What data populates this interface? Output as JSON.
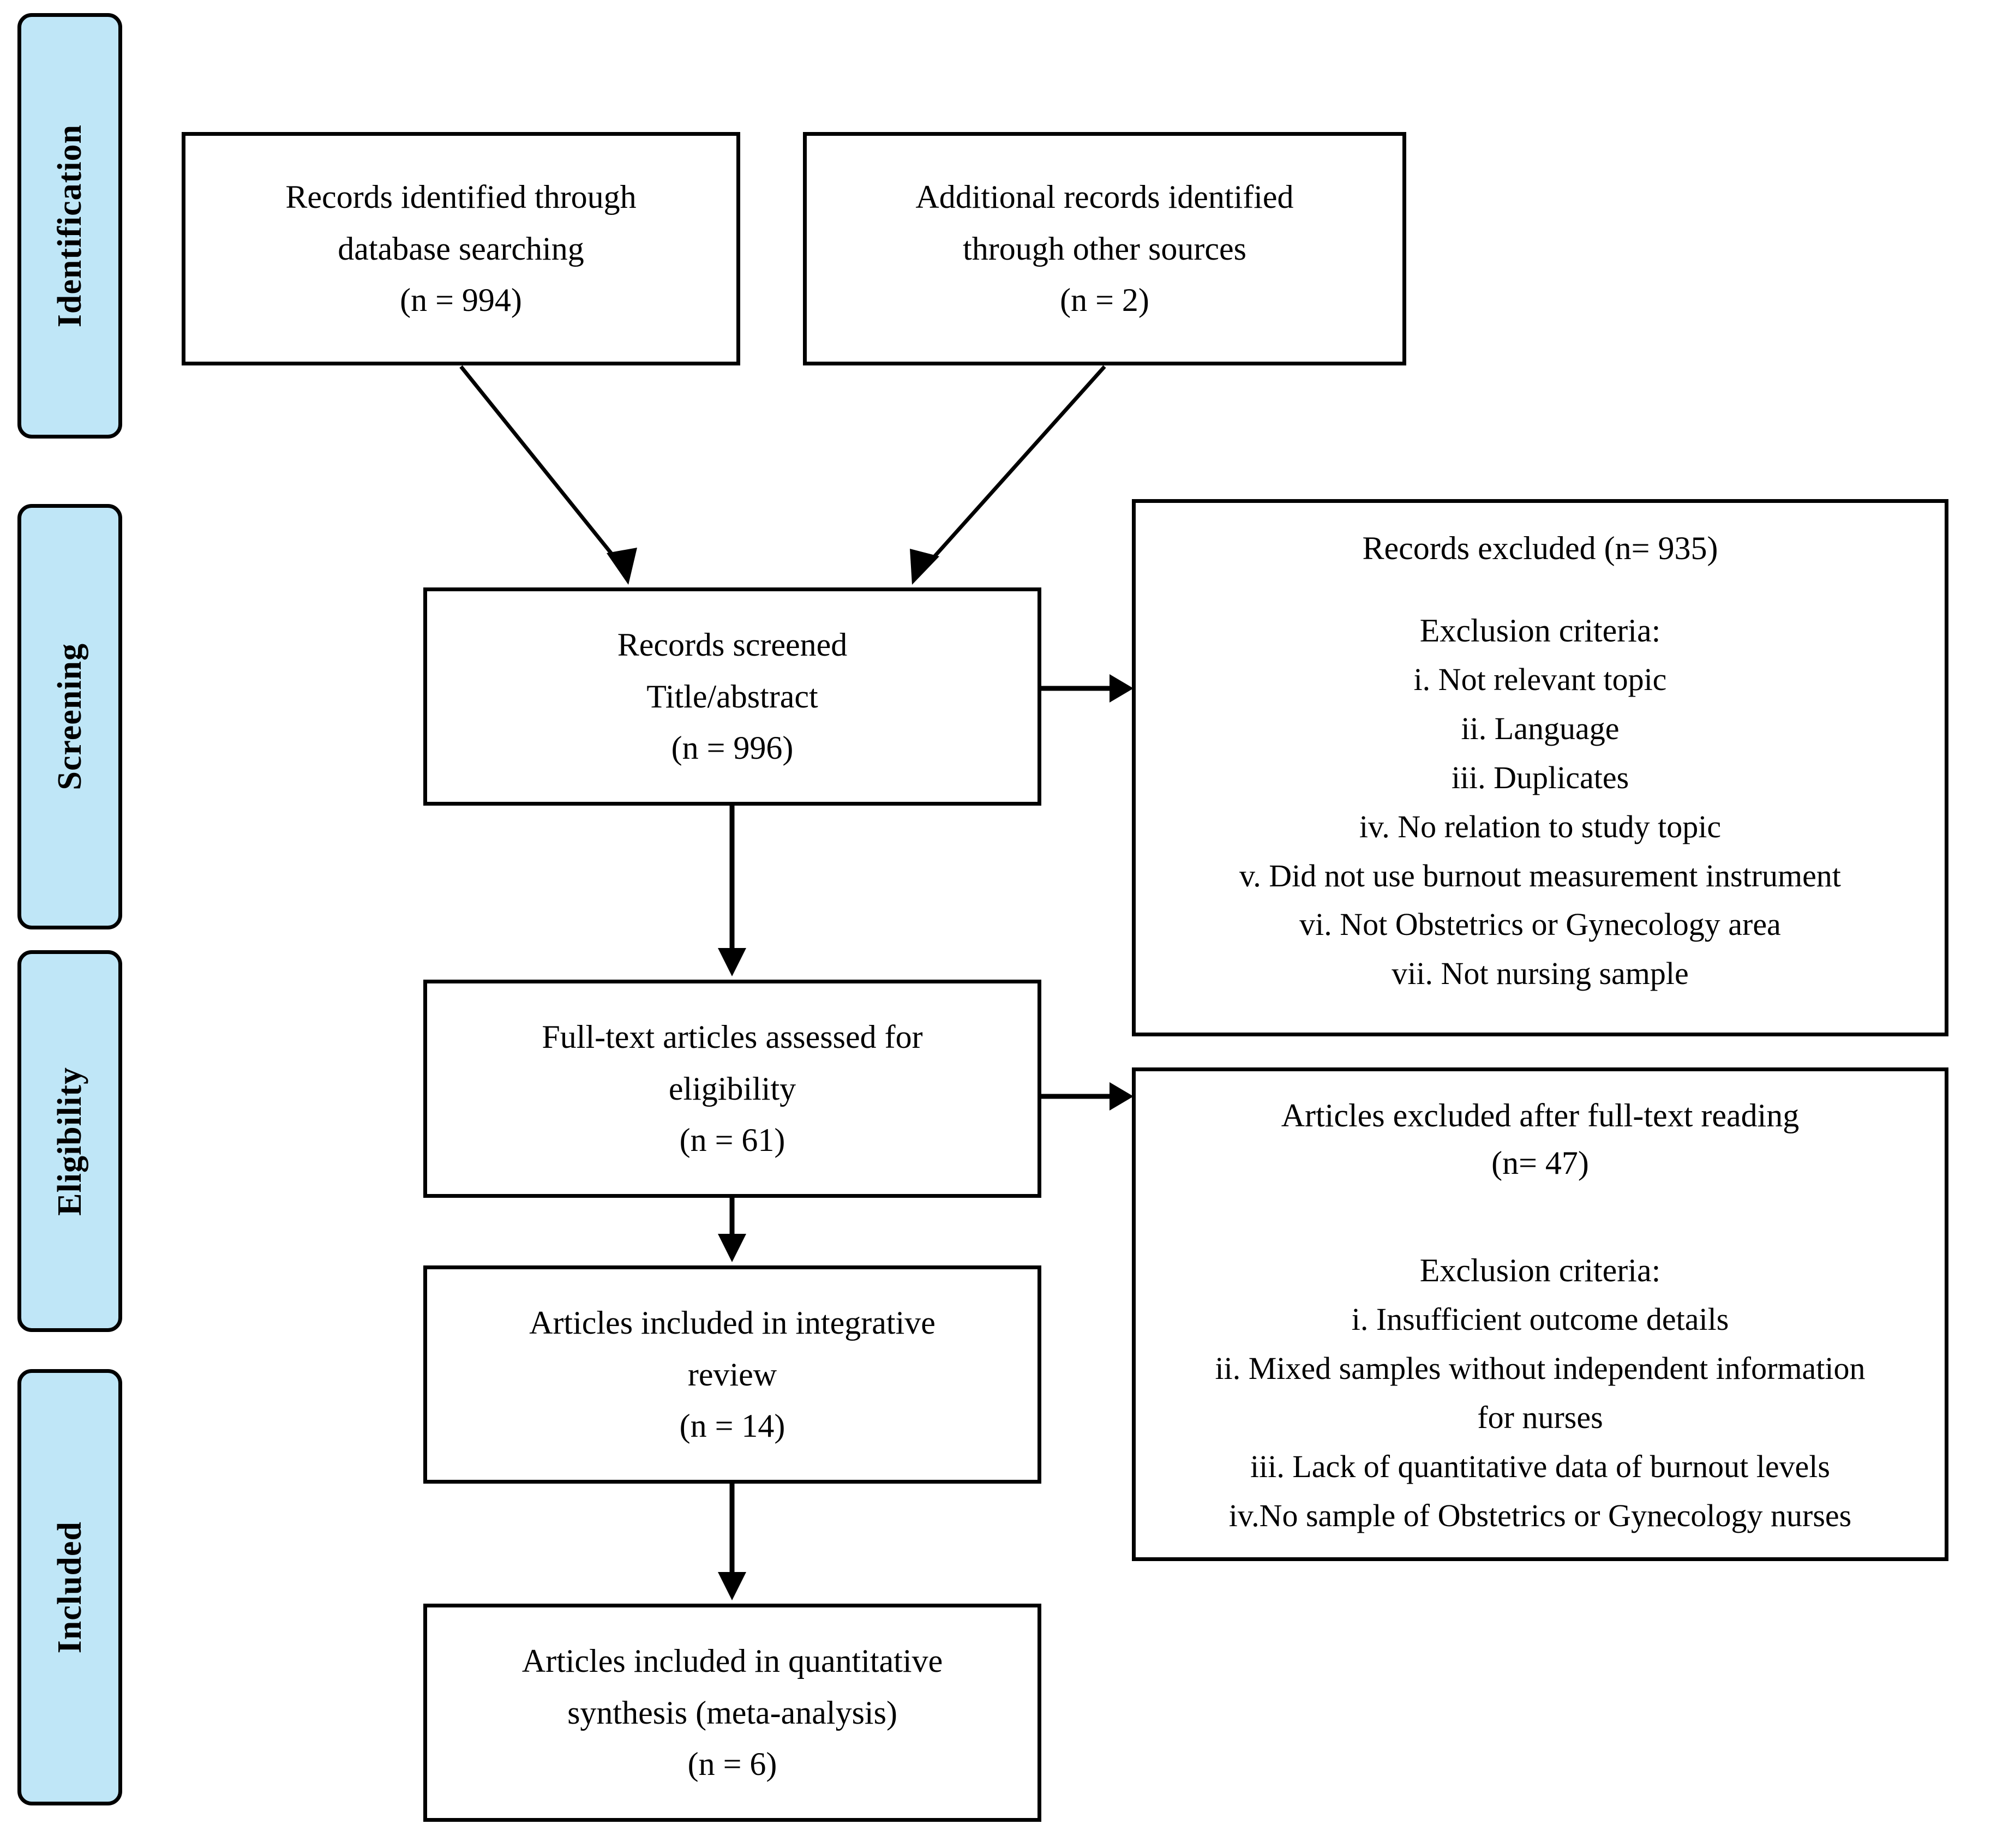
{
  "figure": {
    "type": "prisma-flow-diagram",
    "accent_color": "#bfe6f7",
    "line_color": "#000000",
    "background": "#ffffff"
  },
  "stages": [
    {
      "label": "Identification"
    },
    {
      "label": "Screening"
    },
    {
      "label": "Eligibility"
    },
    {
      "label": "Included"
    }
  ],
  "boxes": {
    "db_search": {
      "line1": "Records identified through",
      "line2": "database searching",
      "line3": "(n = 994)"
    },
    "other_sources": {
      "line1": "Additional records identified",
      "line2": "through other sources",
      "line3": "(n = 2)"
    },
    "screened": {
      "line1": "Records screened",
      "line2": "Title/abstract",
      "line3": "(n = 996)"
    },
    "fulltext": {
      "line1": "Full-text articles assessed for",
      "line2": "eligibility",
      "line3": "(n = 61)"
    },
    "integrative": {
      "line1": "Articles included in integrative",
      "line2": "review",
      "line3": "(n = 14)"
    },
    "quantitative": {
      "line1": "Articles included in quantitative",
      "line2": "synthesis (meta-analysis)",
      "line3": "(n = 6)"
    }
  },
  "exclusions": {
    "screening": {
      "header": "Records excluded (n= 935)",
      "criteria_title": "Exclusion criteria:",
      "criteria": [
        "i. Not relevant topic",
        "ii. Language",
        "iii. Duplicates",
        "iv. No relation to study topic",
        "v. Did not use burnout measurement instrument",
        "vi. Not Obstetrics or Gynecology area",
        "vii. Not nursing sample"
      ]
    },
    "fulltext": {
      "header_line1": "Articles excluded after full-text reading",
      "header_line2": "(n= 47)",
      "criteria_title": "Exclusion criteria:",
      "criteria": [
        "i. Insufficient outcome details",
        "ii. Mixed samples without independent information",
        "for nurses",
        "iii. Lack of quantitative data of burnout levels",
        "iv.No sample of Obstetrics or Gynecology nurses"
      ]
    }
  },
  "chart_data": {
    "type": "flowchart",
    "title": "PRISMA flow diagram",
    "nodes": [
      {
        "id": "db_search",
        "stage": "Identification",
        "label": "Records identified through database searching",
        "n": 994
      },
      {
        "id": "other_sources",
        "stage": "Identification",
        "label": "Additional records identified through other sources",
        "n": 2
      },
      {
        "id": "screened",
        "stage": "Screening",
        "label": "Records screened Title/abstract",
        "n": 996
      },
      {
        "id": "excluded_screen",
        "stage": "Screening",
        "label": "Records excluded",
        "n": 935
      },
      {
        "id": "fulltext",
        "stage": "Eligibility",
        "label": "Full-text articles assessed for eligibility",
        "n": 61
      },
      {
        "id": "excluded_full",
        "stage": "Eligibility",
        "label": "Articles excluded after full-text reading",
        "n": 47
      },
      {
        "id": "integrative",
        "stage": "Included",
        "label": "Articles included in integrative review",
        "n": 14
      },
      {
        "id": "quantitative",
        "stage": "Included",
        "label": "Articles included in quantitative synthesis (meta-analysis)",
        "n": 6
      }
    ],
    "edges": [
      {
        "from": "db_search",
        "to": "screened"
      },
      {
        "from": "other_sources",
        "to": "screened"
      },
      {
        "from": "screened",
        "to": "excluded_screen"
      },
      {
        "from": "screened",
        "to": "fulltext"
      },
      {
        "from": "fulltext",
        "to": "excluded_full"
      },
      {
        "from": "fulltext",
        "to": "integrative"
      },
      {
        "from": "integrative",
        "to": "quantitative"
      }
    ]
  }
}
